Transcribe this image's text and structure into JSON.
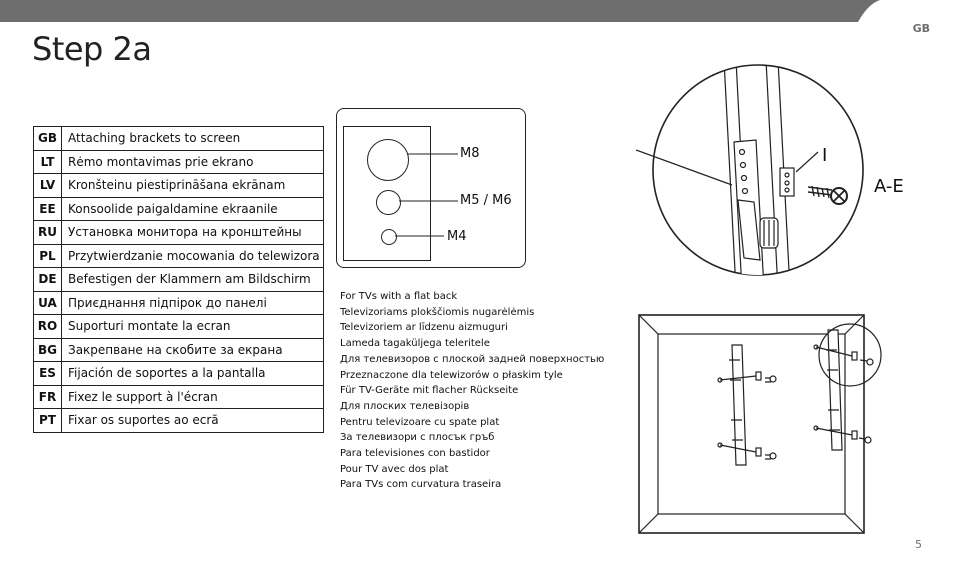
{
  "header": {
    "lang_tag": "GB",
    "title": "Step 2a"
  },
  "languages": [
    {
      "code": "GB",
      "text": "Attaching brackets to screen"
    },
    {
      "code": "LT",
      "text": "Rėmo montavimas prie ekrano"
    },
    {
      "code": "LV",
      "text": "Kronšteinu piestiprināšana ekrānam"
    },
    {
      "code": "EE",
      "text": "Konsoolide paigaldamine ekraanile"
    },
    {
      "code": "RU",
      "text": "Установка монитора на кронштейны"
    },
    {
      "code": "PL",
      "text": "Przytwierdzanie mocowania do telewizora"
    },
    {
      "code": "DE",
      "text": "Befestigen der Klammern am Bildschirm"
    },
    {
      "code": "UA",
      "text": "Приєднання підпірок до панелі"
    },
    {
      "code": "RO",
      "text": "Suporturi montate la ecran"
    },
    {
      "code": "BG",
      "text": "Закрепване на скобите за екрана"
    },
    {
      "code": "ES",
      "text": "Fijación de soportes a la pantalla"
    },
    {
      "code": "FR",
      "text": "Fixez le support à l'écran"
    },
    {
      "code": "PT",
      "text": "Fixar os suportes ao ecrã"
    }
  ],
  "screws": {
    "m8": "M8",
    "m5_m6": "M5 / M6",
    "m4": "M4"
  },
  "flat_back": [
    "For TVs with a flat back",
    "Televizoriams plokščiomis nugarėlėmis",
    "Televizoriem ar līdzenu aizmuguri",
    "Lameda tagaküljega teleritele",
    "Для телевизоров с плоской задней поверхностью",
    "Przeznaczone dla telewizorów o płaskim tyle",
    "Für TV-Geräte mit flacher Rückseite",
    "Для плоских телевізорів",
    "Pentru televizoare cu spate plat",
    "За телевизори с плосък гръб",
    "Para televisiones con bastidor",
    "Pour TV avec dos plat",
    "Para TVs com curvatura traseira"
  ],
  "diagram_labels": {
    "washer": "I",
    "screws": "A-E"
  },
  "footer": {
    "page_number": "5"
  },
  "colors": {
    "band": "#6e6e6e",
    "muted_text": "#6e6e6e",
    "line": "#222222"
  }
}
